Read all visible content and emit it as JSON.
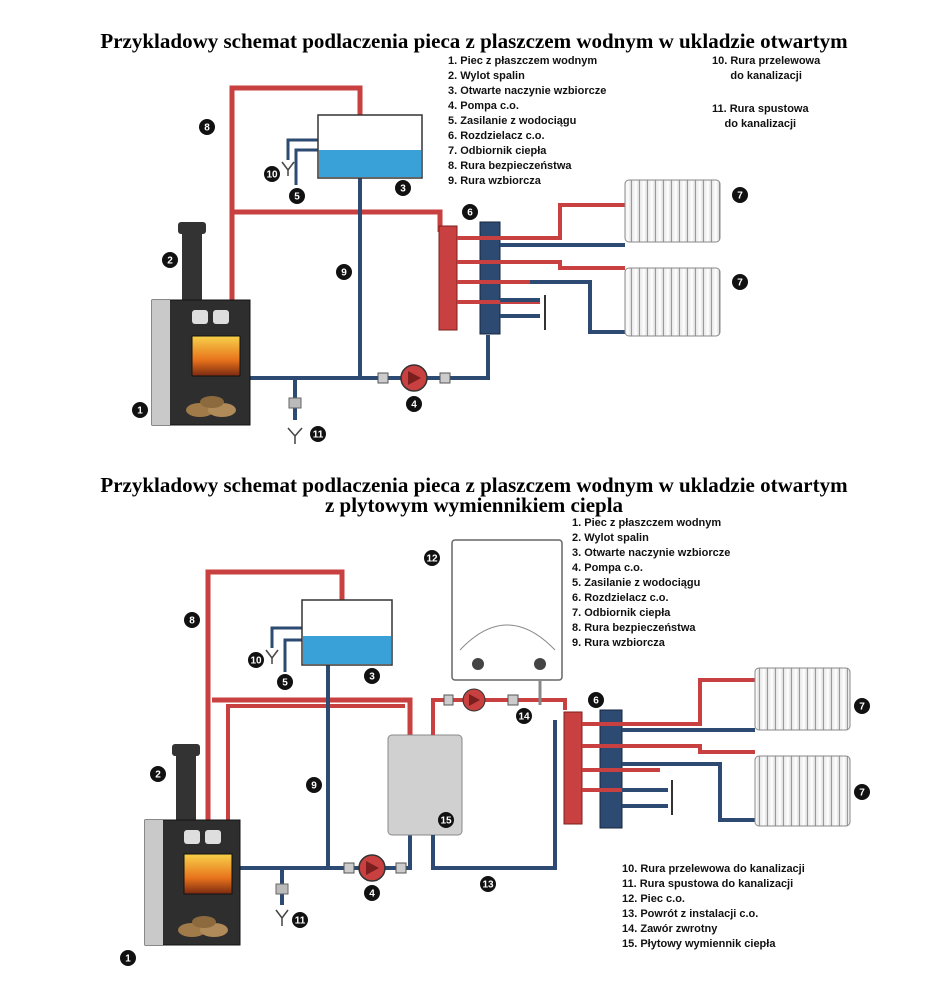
{
  "diagram1": {
    "title": "Przykladowy schemat podlaczenia pieca z plaszczem wodnym w ukladzie otwartym",
    "legend_left": [
      "1. Piec z płaszczem wodnym",
      "2. Wylot spalin",
      "3. Otwarte naczynie wzbiorcze",
      "4. Pompa c.o.",
      "5. Zasilanie z wodociągu",
      "6. Rozdzielacz c.o.",
      "7. Odbiornik ciepła",
      "8. Rura bezpieczeństwa",
      "9. Rura wzbiorcza"
    ],
    "legend_right_a": [
      "10. Rura przelewowa",
      "do kanalizacji"
    ],
    "legend_right_b": [
      "11. Rura spustowa",
      "do kanalizacji"
    ],
    "callouts": [
      "1",
      "2",
      "3",
      "4",
      "5",
      "6",
      "7",
      "7",
      "8",
      "9",
      "10",
      "11"
    ]
  },
  "diagram2": {
    "title_line1": "Przykladowy schemat podlaczenia pieca z plaszczem wodnym w ukladzie otwartym",
    "title_line2": "z plytowym wymiennikiem ciepla",
    "legend_top": [
      "1. Piec z płaszczem wodnym",
      "2. Wylot spalin",
      "3. Otwarte naczynie wzbiorcze",
      "4. Pompa c.o.",
      "5. Zasilanie z wodociągu",
      "6. Rozdzielacz c.o.",
      "7. Odbiornik ciepła",
      "8. Rura bezpieczeństwa",
      "9. Rura wzbiorcza"
    ],
    "legend_bottom": [
      "10. Rura przelewowa do kanalizacji",
      "11. Rura spustowa do kanalizacji",
      "12. Piec c.o.",
      "13. Powrót z instalacji c.o.",
      "14. Zawór zwrotny",
      "15. Płytowy wymiennik ciepła"
    ],
    "callouts": [
      "1",
      "2",
      "3",
      "4",
      "5",
      "6",
      "7",
      "7",
      "8",
      "9",
      "10",
      "11",
      "12",
      "13",
      "14",
      "15"
    ]
  },
  "colors": {
    "supply": "#c8403f",
    "return": "#2c4a72",
    "water": "#3aa0d8",
    "callout": "#111111"
  }
}
